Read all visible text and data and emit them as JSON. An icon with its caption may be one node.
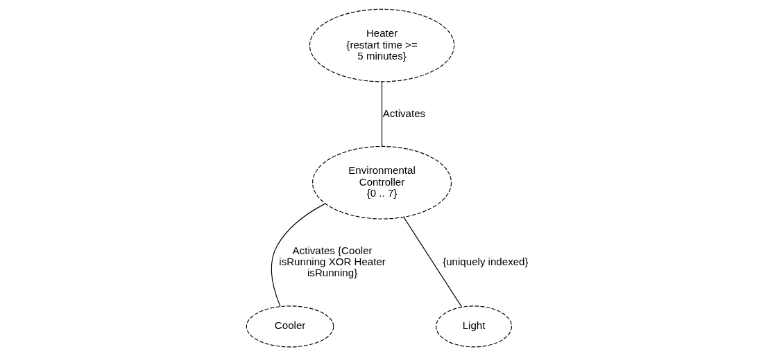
{
  "diagram": {
    "nodes": [
      {
        "text": [
          "Environmental Controller",
          "{0 .. 7}"
        ]
      },
      {
        "text": [
          "Heater",
          "{restart time >= 5 minutes}"
        ]
      },
      {
        "text": [
          "Cooler"
        ]
      },
      {
        "text": [
          "Light"
        ]
      }
    ],
    "edges": [
      {
        "from": 1,
        "to": 0,
        "arrow": "none",
        "label": "Activates"
      },
      {
        "from": 0,
        "to": 2,
        "arrow": "none",
        "label": "Activates {Cooler isRunning XOR Heater isRunning}"
      },
      {
        "from": 0,
        "to": 3,
        "arrow": "none",
        "label": "{uniquely indexed}"
      }
    ]
  }
}
